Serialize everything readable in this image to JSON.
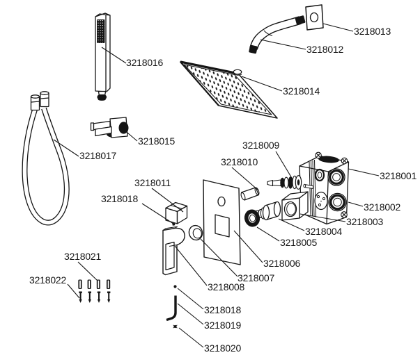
{
  "page": {
    "background": "#ffffff",
    "line_color": "#151515"
  },
  "parts": {
    "p3218001": "3218001",
    "p3218002": "3218002",
    "p3218003": "3218003",
    "p3218004": "3218004",
    "p3218005": "3218005",
    "p3218006": "3218006",
    "p3218007": "3218007",
    "p3218008": "3218008",
    "p3218009": "3218009",
    "p3218010": "3218010",
    "p3218011": "3218011",
    "p3218012": "3218012",
    "p3218013": "3218013",
    "p3218014": "3218014",
    "p3218015": "3218015",
    "p3218016": "3218016",
    "p3218017": "3218017",
    "p3218018": "3218018",
    "p3218019": "3218019",
    "p3218020": "3218020",
    "p3218021": "3218021",
    "p3218022": "3218022"
  }
}
